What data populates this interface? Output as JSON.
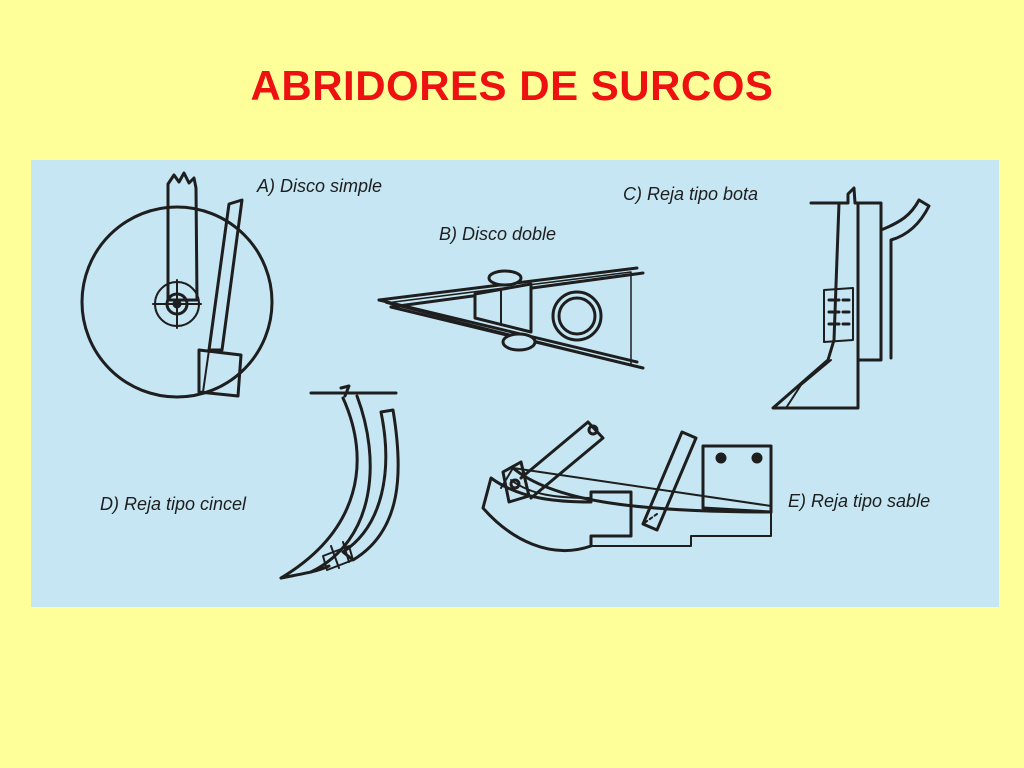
{
  "title": "ABRIDORES DE SURCOS",
  "figure": {
    "labels": {
      "a": "A) Disco simple",
      "b": "B) Disco doble",
      "c": "C) Reja tipo bota",
      "d": "D) Reja tipo cincel",
      "e": "E) Reja tipo sable"
    },
    "colors": {
      "slide_background": "#ffff99",
      "title": "#ee1111",
      "panel": "#c5e6f2",
      "ink": "#1e1e1e"
    }
  }
}
